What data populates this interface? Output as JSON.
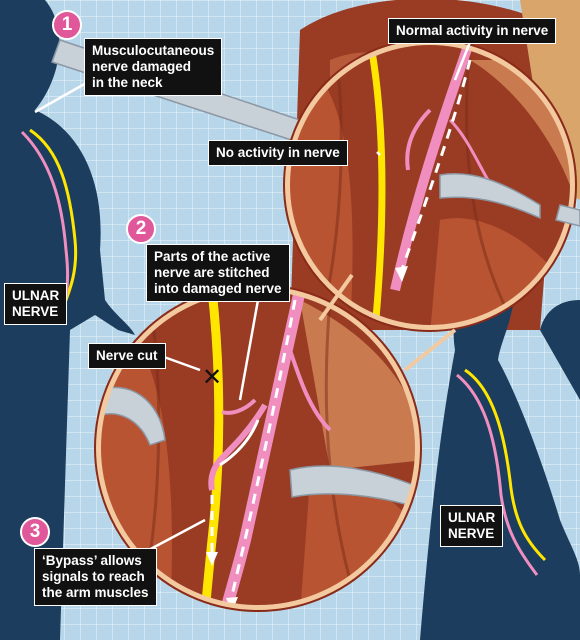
{
  "steps": [
    {
      "number": "1",
      "text": "Musculocutaneous\nnerve damaged\nin the neck"
    },
    {
      "number": "2",
      "text": "Parts of the active\nnerve are stitched\ninto damaged nerve"
    },
    {
      "number": "3",
      "text": "‘Bypass’ allows\nsignals to reach\nthe arm muscles"
    }
  ],
  "callouts": {
    "normal_activity": "Normal activity in nerve",
    "no_activity": "No activity in nerve",
    "nerve_cut": "Nerve cut",
    "cut_mark": "✕",
    "ulnar_left": "ULNAR\nNERVE",
    "ulnar_right": "ULNAR\nNERVE"
  },
  "colors": {
    "background_grid": "#b8d6ea",
    "grid_line": "#ffffff",
    "silhouette": "#1c3d5e",
    "muscle": "#a4442a",
    "active_nerve": "#f08fbf",
    "damaged_nerve": "#ffe600",
    "retractor": "#c8d0d8",
    "label_bg": "#111111",
    "badge": "#e0579a"
  }
}
